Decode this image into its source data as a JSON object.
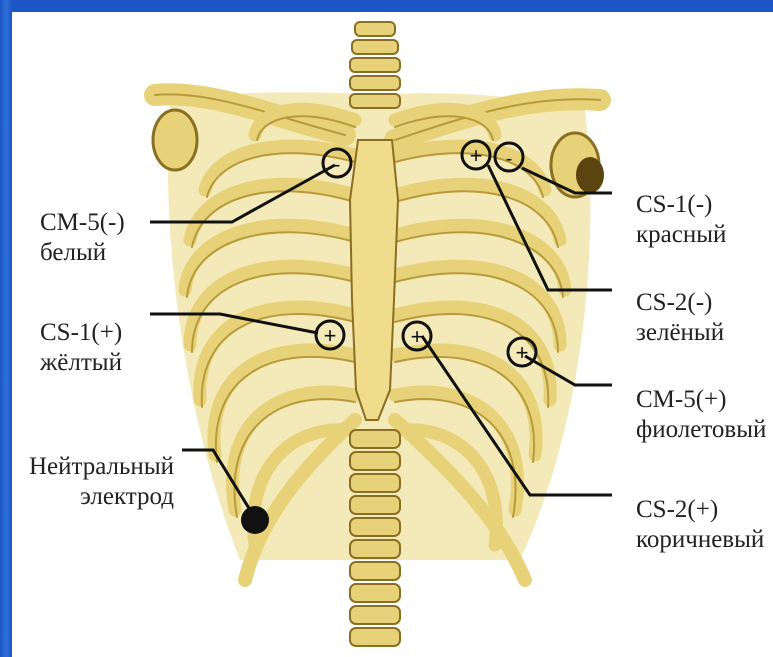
{
  "labels": {
    "cm5_neg": {
      "code": "CM-5(-)",
      "color": "белый"
    },
    "cs1_pos": {
      "code": "CS-1(+)",
      "color": "жёлтый"
    },
    "neutral": {
      "line1": "Нейтральный",
      "line2": "электрод"
    },
    "cs1_neg": {
      "code": "CS-1(-)",
      "color": "красный"
    },
    "cs2_neg": {
      "code": "CS-2(-)",
      "color": "зелёный"
    },
    "cm5_pos": {
      "code": "CM-5(+)",
      "color": "фиолетовый"
    },
    "cs2_pos": {
      "code": "CS-2(+)",
      "color": "коричневый"
    }
  },
  "electrode_signs": {
    "minus": "-",
    "plus": "+"
  },
  "colors": {
    "bone": "#e7d27a",
    "bone_shadow": "#b79a3a",
    "line": "#111111",
    "frame_blue": "#1c56c4"
  }
}
